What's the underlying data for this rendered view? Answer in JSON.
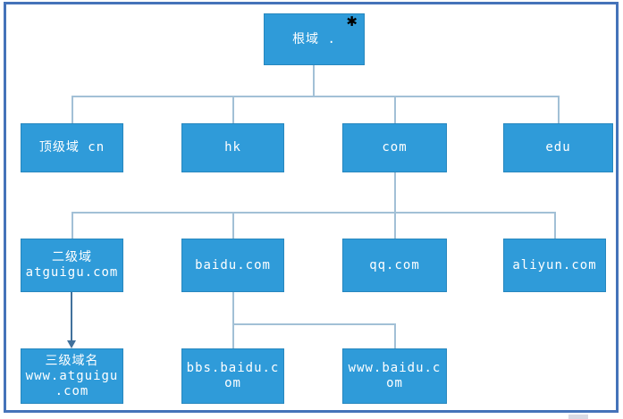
{
  "diagram": {
    "title_hint": "DNS domain hierarchy",
    "star_icon": "✱",
    "nodes": {
      "root": {
        "lines": [
          "根域 ."
        ]
      },
      "cn": {
        "lines": [
          "顶级域 cn"
        ]
      },
      "hk": {
        "lines": [
          "hk"
        ]
      },
      "com": {
        "lines": [
          "com"
        ]
      },
      "edu": {
        "lines": [
          "edu"
        ]
      },
      "atguigu": {
        "lines": [
          "二级域",
          "atguigu.com"
        ]
      },
      "baidu": {
        "lines": [
          "baidu.com"
        ]
      },
      "qq": {
        "lines": [
          "qq.com"
        ]
      },
      "aliyun": {
        "lines": [
          "aliyun.com"
        ]
      },
      "third": {
        "lines": [
          "三级域名",
          "www.atguigu",
          ".com"
        ]
      },
      "bbs": {
        "lines": [
          "bbs.baidu.c",
          "om"
        ]
      },
      "www": {
        "lines": [
          "www.baidu.c",
          "om"
        ]
      }
    },
    "colors": {
      "node_fill": "#2f9bd9",
      "node_border": "#2787be",
      "node_text": "#ffffff",
      "connector": "#a2c0d6",
      "arrow": "#41719c",
      "frame_border": "#4573b9"
    }
  }
}
